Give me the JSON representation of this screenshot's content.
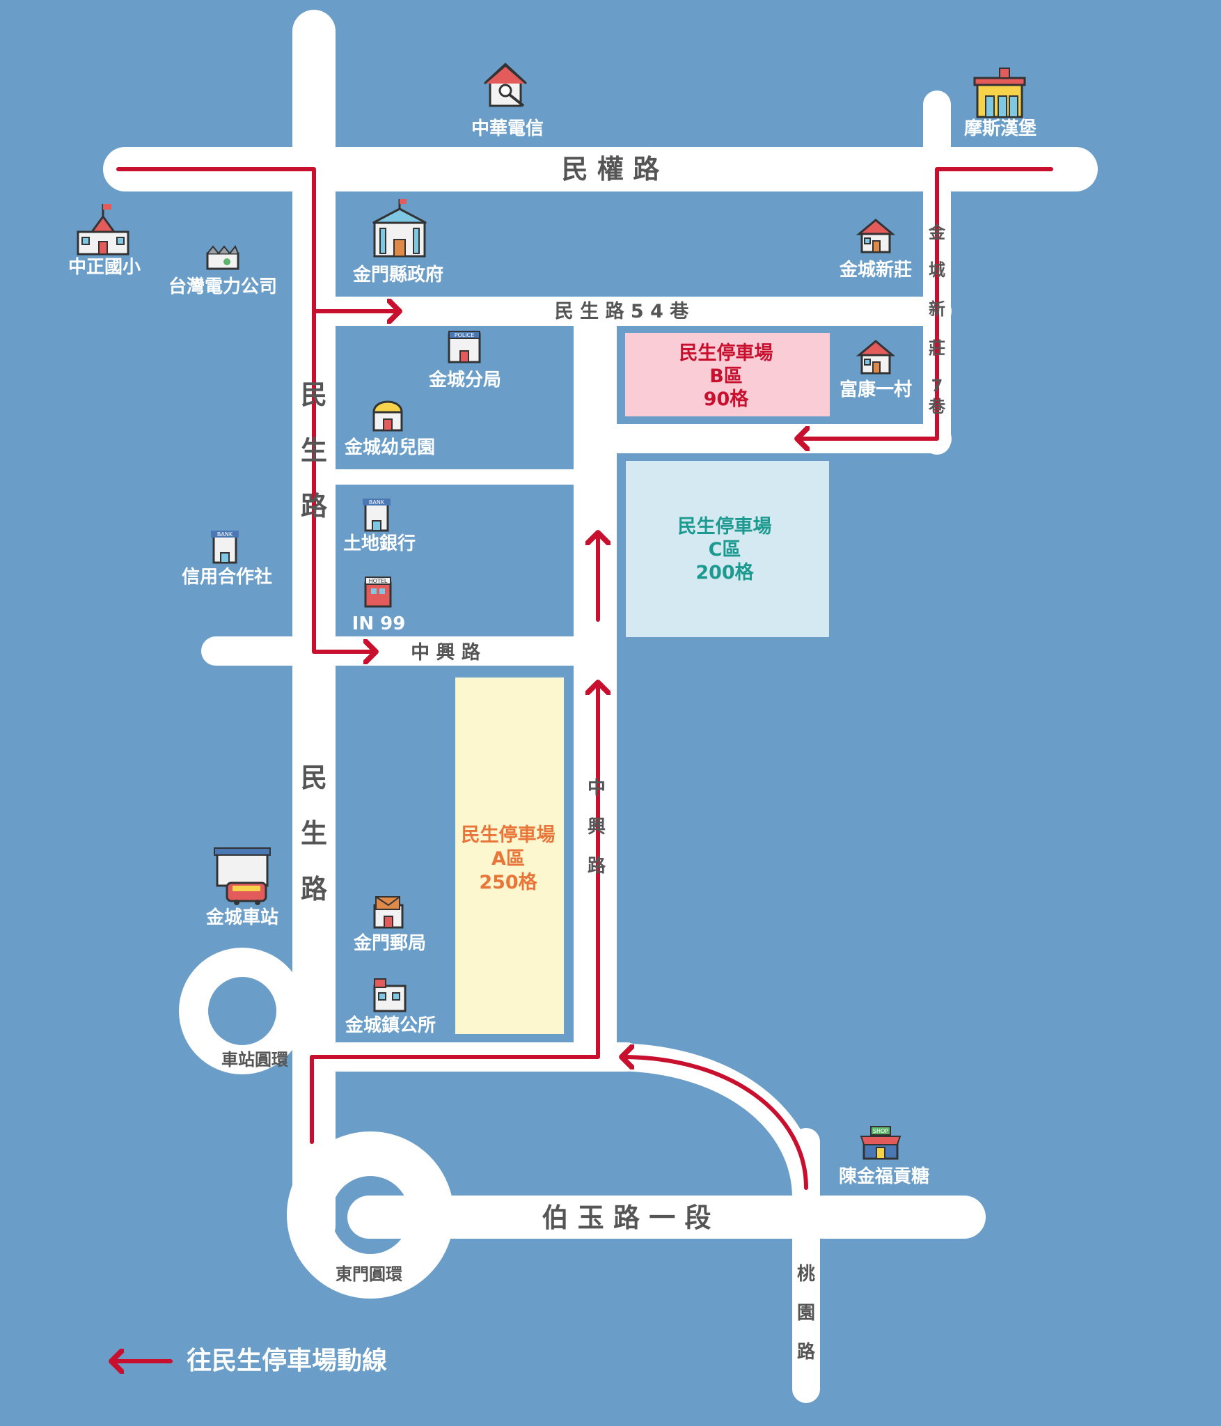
{
  "colors": {
    "background": "#6a9ec8",
    "road": "#ffffff",
    "route": "#c8102e",
    "road_text": "#555555",
    "label_text": "#ffffff",
    "lot_b_fill": "#f9ccd6",
    "lot_b_text": "#c8102e",
    "lot_c_fill": "#d5e9f2",
    "lot_c_text": "#1d9a8f",
    "lot_a_fill": "#fdf7cf",
    "lot_a_text": "#e8753a"
  },
  "roads": {
    "minquan": "民 權 路",
    "minsheng_54": "民 生 路 5 4 巷",
    "minsheng_upper": [
      "民",
      "生",
      "路"
    ],
    "minsheng_lower": [
      "民",
      "生",
      "路"
    ],
    "zhongxing_h": "中 興 路",
    "zhongxing_v": [
      "中",
      "興",
      "路"
    ],
    "jincheng_xinzhuang": [
      "金",
      "城",
      "新",
      "莊",
      "7",
      "巷"
    ],
    "boyu": "伯 玉 路 一 段",
    "taoyuan": [
      "桃",
      "園",
      "路"
    ],
    "station_roundabout": "車站圓環",
    "dongmen_roundabout": "東門圓環"
  },
  "parking_lots": {
    "b": {
      "name": "民生停車場",
      "zone": "B區",
      "spaces": "90格"
    },
    "c": {
      "name": "民生停車場",
      "zone": "C區",
      "spaces": "200格"
    },
    "a": {
      "name": "民生停車場",
      "zone": "A區",
      "spaces": "250格"
    }
  },
  "landmarks": {
    "chunghwa_telecom": {
      "label": "中華電信",
      "icon": "phone-house-icon"
    },
    "mos_burger": {
      "label": "摩斯漢堡",
      "icon": "restaurant-icon"
    },
    "zhongzheng_school": {
      "label": "中正國小",
      "icon": "school-icon"
    },
    "taipower": {
      "label": "台灣電力公司",
      "icon": "factory-icon"
    },
    "county_government": {
      "label": "金門縣政府",
      "icon": "government-building-icon"
    },
    "jincheng_xinzhuang": {
      "label": "金城新莊",
      "icon": "house-icon"
    },
    "police": {
      "label": "金城分局",
      "icon": "police-station-icon",
      "sign": "POLICE"
    },
    "kindergarten": {
      "label": "金城幼兒園",
      "icon": "kindergarten-icon"
    },
    "fukang": {
      "label": "富康一村",
      "icon": "house-icon"
    },
    "land_bank": {
      "label": "土地銀行",
      "icon": "bank-icon",
      "sign": "BANK"
    },
    "credit_union": {
      "label": "信用合作社",
      "icon": "bank-icon",
      "sign": "BANK"
    },
    "in99": {
      "label": "IN 99",
      "icon": "hotel-icon",
      "sign": "HOTEL"
    },
    "bus_station": {
      "label": "金城車站",
      "icon": "bus-station-icon"
    },
    "post_office": {
      "label": "金門郵局",
      "icon": "post-office-icon"
    },
    "town_office": {
      "label": "金城鎮公所",
      "icon": "office-building-icon"
    },
    "candy_shop": {
      "label": "陳金福貢糖",
      "icon": "shop-icon",
      "sign": "SHOP"
    }
  },
  "legend": {
    "label": "往民生停車場動線",
    "icon": "route-arrow-icon"
  }
}
